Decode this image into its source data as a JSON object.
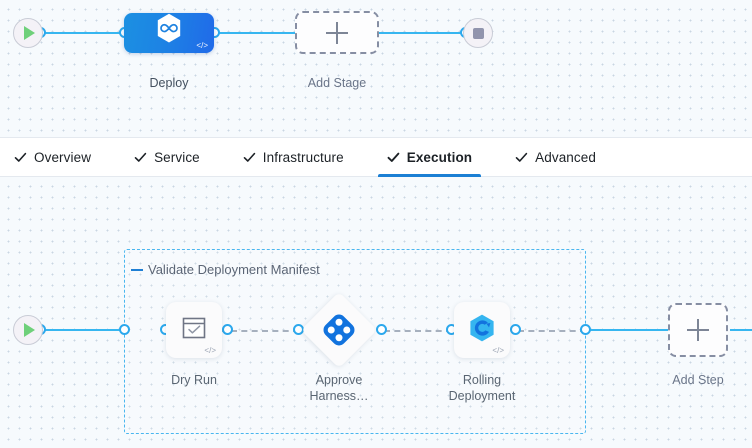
{
  "theme": {
    "canvas_bg": "#f6fafd",
    "grid_dot": "#c9d6e2",
    "edge_blue": "#36b6f0",
    "edge_dashed_gray": "#9aa5b5",
    "port_blue": "#2ba8ed",
    "accent_blue": "#1b7fd4",
    "stage_gradient_from": "#1b90e2",
    "stage_gradient_to": "#206ae9",
    "group_border": "#49b6ef",
    "play_green": "#6fd07a",
    "stop_gray": "#9194ad"
  },
  "stage_canvas": {
    "start_node": {
      "icon": "play-icon"
    },
    "stop_node": {
      "icon": "stop-square-icon"
    },
    "stage": {
      "label": "Deploy",
      "icon": "harness-hexagon-infinity-icon",
      "code_mark": "</>"
    },
    "add_stage": {
      "label": "Add Stage",
      "icon": "plus-icon"
    }
  },
  "tabs": {
    "items": [
      {
        "label": "Overview",
        "icon": "check-icon",
        "active": false
      },
      {
        "label": "Service",
        "icon": "check-icon",
        "active": false
      },
      {
        "label": "Infrastructure",
        "icon": "check-icon",
        "active": false
      },
      {
        "label": "Execution",
        "icon": "check-icon",
        "active": true
      },
      {
        "label": "Advanced",
        "icon": "check-icon",
        "active": false
      }
    ]
  },
  "execution_canvas": {
    "start_node": {
      "icon": "play-icon"
    },
    "group": {
      "title": "Validate Deployment Manifest",
      "collapse_icon": "minus-icon"
    },
    "steps": [
      {
        "label": "Dry Run",
        "icon": "window-check-icon",
        "code_mark": "</>",
        "shape": "rounded-square"
      },
      {
        "label": "Approve\nHarness…",
        "icon": "approval-diamond-icon",
        "shape": "diamond"
      },
      {
        "label": "Rolling\nDeployment",
        "icon": "rolling-deployment-icon",
        "code_mark": "</>",
        "shape": "rounded-square"
      }
    ],
    "add_step": {
      "label": "Add Step",
      "icon": "plus-icon"
    }
  }
}
